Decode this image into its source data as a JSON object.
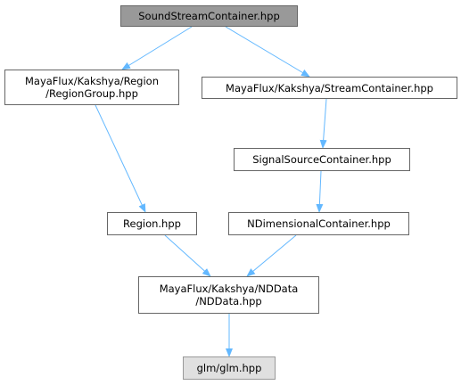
{
  "nodes": {
    "root": {
      "label": "SoundStreamContainer.hpp"
    },
    "region_group": {
      "line1": "MayaFlux/Kakshya/Region",
      "line2": "/RegionGroup.hpp"
    },
    "stream_container": {
      "label": "MayaFlux/Kakshya/StreamContainer.hpp"
    },
    "signal_source": {
      "label": "SignalSourceContainer.hpp"
    },
    "region": {
      "label": "Region.hpp"
    },
    "ndimensional": {
      "label": "NDimensionalContainer.hpp"
    },
    "nddata": {
      "line1": "MayaFlux/Kakshya/NDData",
      "line2": "/NDData.hpp"
    },
    "glm": {
      "label": "glm/glm.hpp"
    }
  },
  "edges": [
    {
      "from": "root",
      "to": "region_group"
    },
    {
      "from": "root",
      "to": "stream_container"
    },
    {
      "from": "region_group",
      "to": "region"
    },
    {
      "from": "stream_container",
      "to": "signal_source"
    },
    {
      "from": "signal_source",
      "to": "ndimensional"
    },
    {
      "from": "region",
      "to": "nddata"
    },
    {
      "from": "ndimensional",
      "to": "nddata"
    },
    {
      "from": "nddata",
      "to": "glm"
    }
  ],
  "colors": {
    "edge": "#63b8ff",
    "root_fill": "#999999",
    "external_fill": "#e0e0e0",
    "border": "#666666"
  }
}
